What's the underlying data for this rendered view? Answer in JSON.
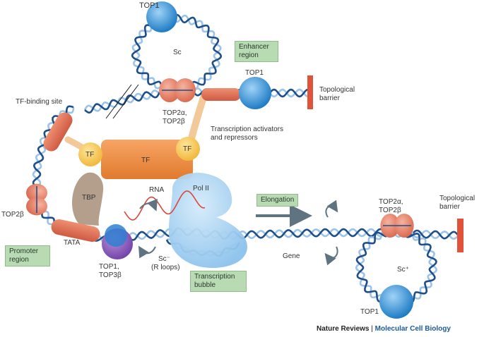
{
  "labels": {
    "top1_top": "TOP1",
    "sc_top": "Sc",
    "enhancer_line1": "Enhancer",
    "enhancer_line2": "region",
    "top1_right": "TOP1",
    "topo_barrier_top_1": "Topological",
    "topo_barrier_top_2": "barrier",
    "tf_binding_site": "TF-binding site",
    "top2ab_top_1": "TOP2α,",
    "top2ab_top_2": "TOP2β",
    "activators_1": "Transcription activators",
    "activators_2": "and repressors",
    "tf_small_left": "TF",
    "tf_large": "TF",
    "tf_small_right": "TF",
    "tbp": "TBP",
    "rna": "RNA",
    "pol2": "Pol II",
    "elongation": "Elongation",
    "top2b_left": "TOP2β",
    "tata": "TATA",
    "promoter_1": "Promoter",
    "promoter_2": "region",
    "top1_top3b_1": "TOP1,",
    "top1_top3b_2": "TOP3β",
    "sc_minus_1": "Sc⁻",
    "sc_minus_2": "(R loops)",
    "bubble_1": "Transcription",
    "bubble_2": "bubble",
    "gene": "Gene",
    "top2ab_right_1": "TOP2α,",
    "top2ab_right_2": "TOP2β",
    "topo_barrier_right_1": "Topological",
    "topo_barrier_right_2": "barrier",
    "sc_plus": "Sc⁺",
    "top1_bottom": "TOP1"
  },
  "credit": {
    "journal": "Nature Reviews",
    "separator": " | ",
    "subjournal": "Molecular Cell Biology"
  },
  "colors": {
    "dna_dark": "#1f4f8a",
    "dna_light": "#9cc3e8",
    "top1": "#2e8fd6",
    "top2": "#e8826a",
    "tf_orange": "#f08a3c",
    "tf_yellow": "#f7c54a",
    "tbp": "#b49f8c",
    "pol2": "#a8d1f0",
    "rna": "#d9483a",
    "barrier": "#e0533a",
    "box_green": "#b8dbb4",
    "arrow_grey": "#5f7380"
  }
}
